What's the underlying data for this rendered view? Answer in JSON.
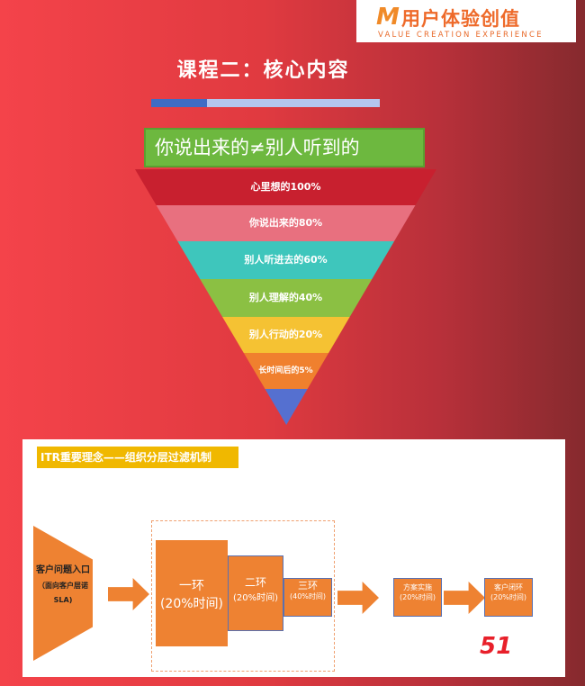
{
  "logo": {
    "mark": "M",
    "name": "用户体验创值",
    "tagline": "VALUE CREATION EXPERIENCE"
  },
  "title": "课程二：核心内容",
  "banner": "你说出来的≠别人听到的",
  "funnel": [
    {
      "label": "心里想的100%",
      "color": "#c8202f"
    },
    {
      "label": "你说出来的80%",
      "color": "#e8707f"
    },
    {
      "label": "别人听进去的60%",
      "color": "#3ec6bc"
    },
    {
      "label": "别人理解的40%",
      "color": "#8bc043"
    },
    {
      "label": "别人行动的20%",
      "color": "#f5c233"
    },
    {
      "label": "长时间后的5%",
      "color": "#f0802e"
    },
    {
      "label": "",
      "color": "#5570d0"
    }
  ],
  "diagram": {
    "header": "ITR重要理念——组织分层过滤机制",
    "entry": {
      "title": "客户问题入口",
      "sub": "（面向客户层诺",
      "sla": "SLA)"
    },
    "ring1": {
      "title": "一环",
      "time": "(20%时间)"
    },
    "ring2": {
      "title": "二环",
      "time": "(20%时间)"
    },
    "ring3": {
      "title": "三环",
      "time": "(40%时间)"
    },
    "implement": {
      "title": "方案实施",
      "time": "(20%时间)"
    },
    "close": {
      "title": "客户闭环",
      "time": "(20%时间)"
    }
  },
  "watermark": "51"
}
